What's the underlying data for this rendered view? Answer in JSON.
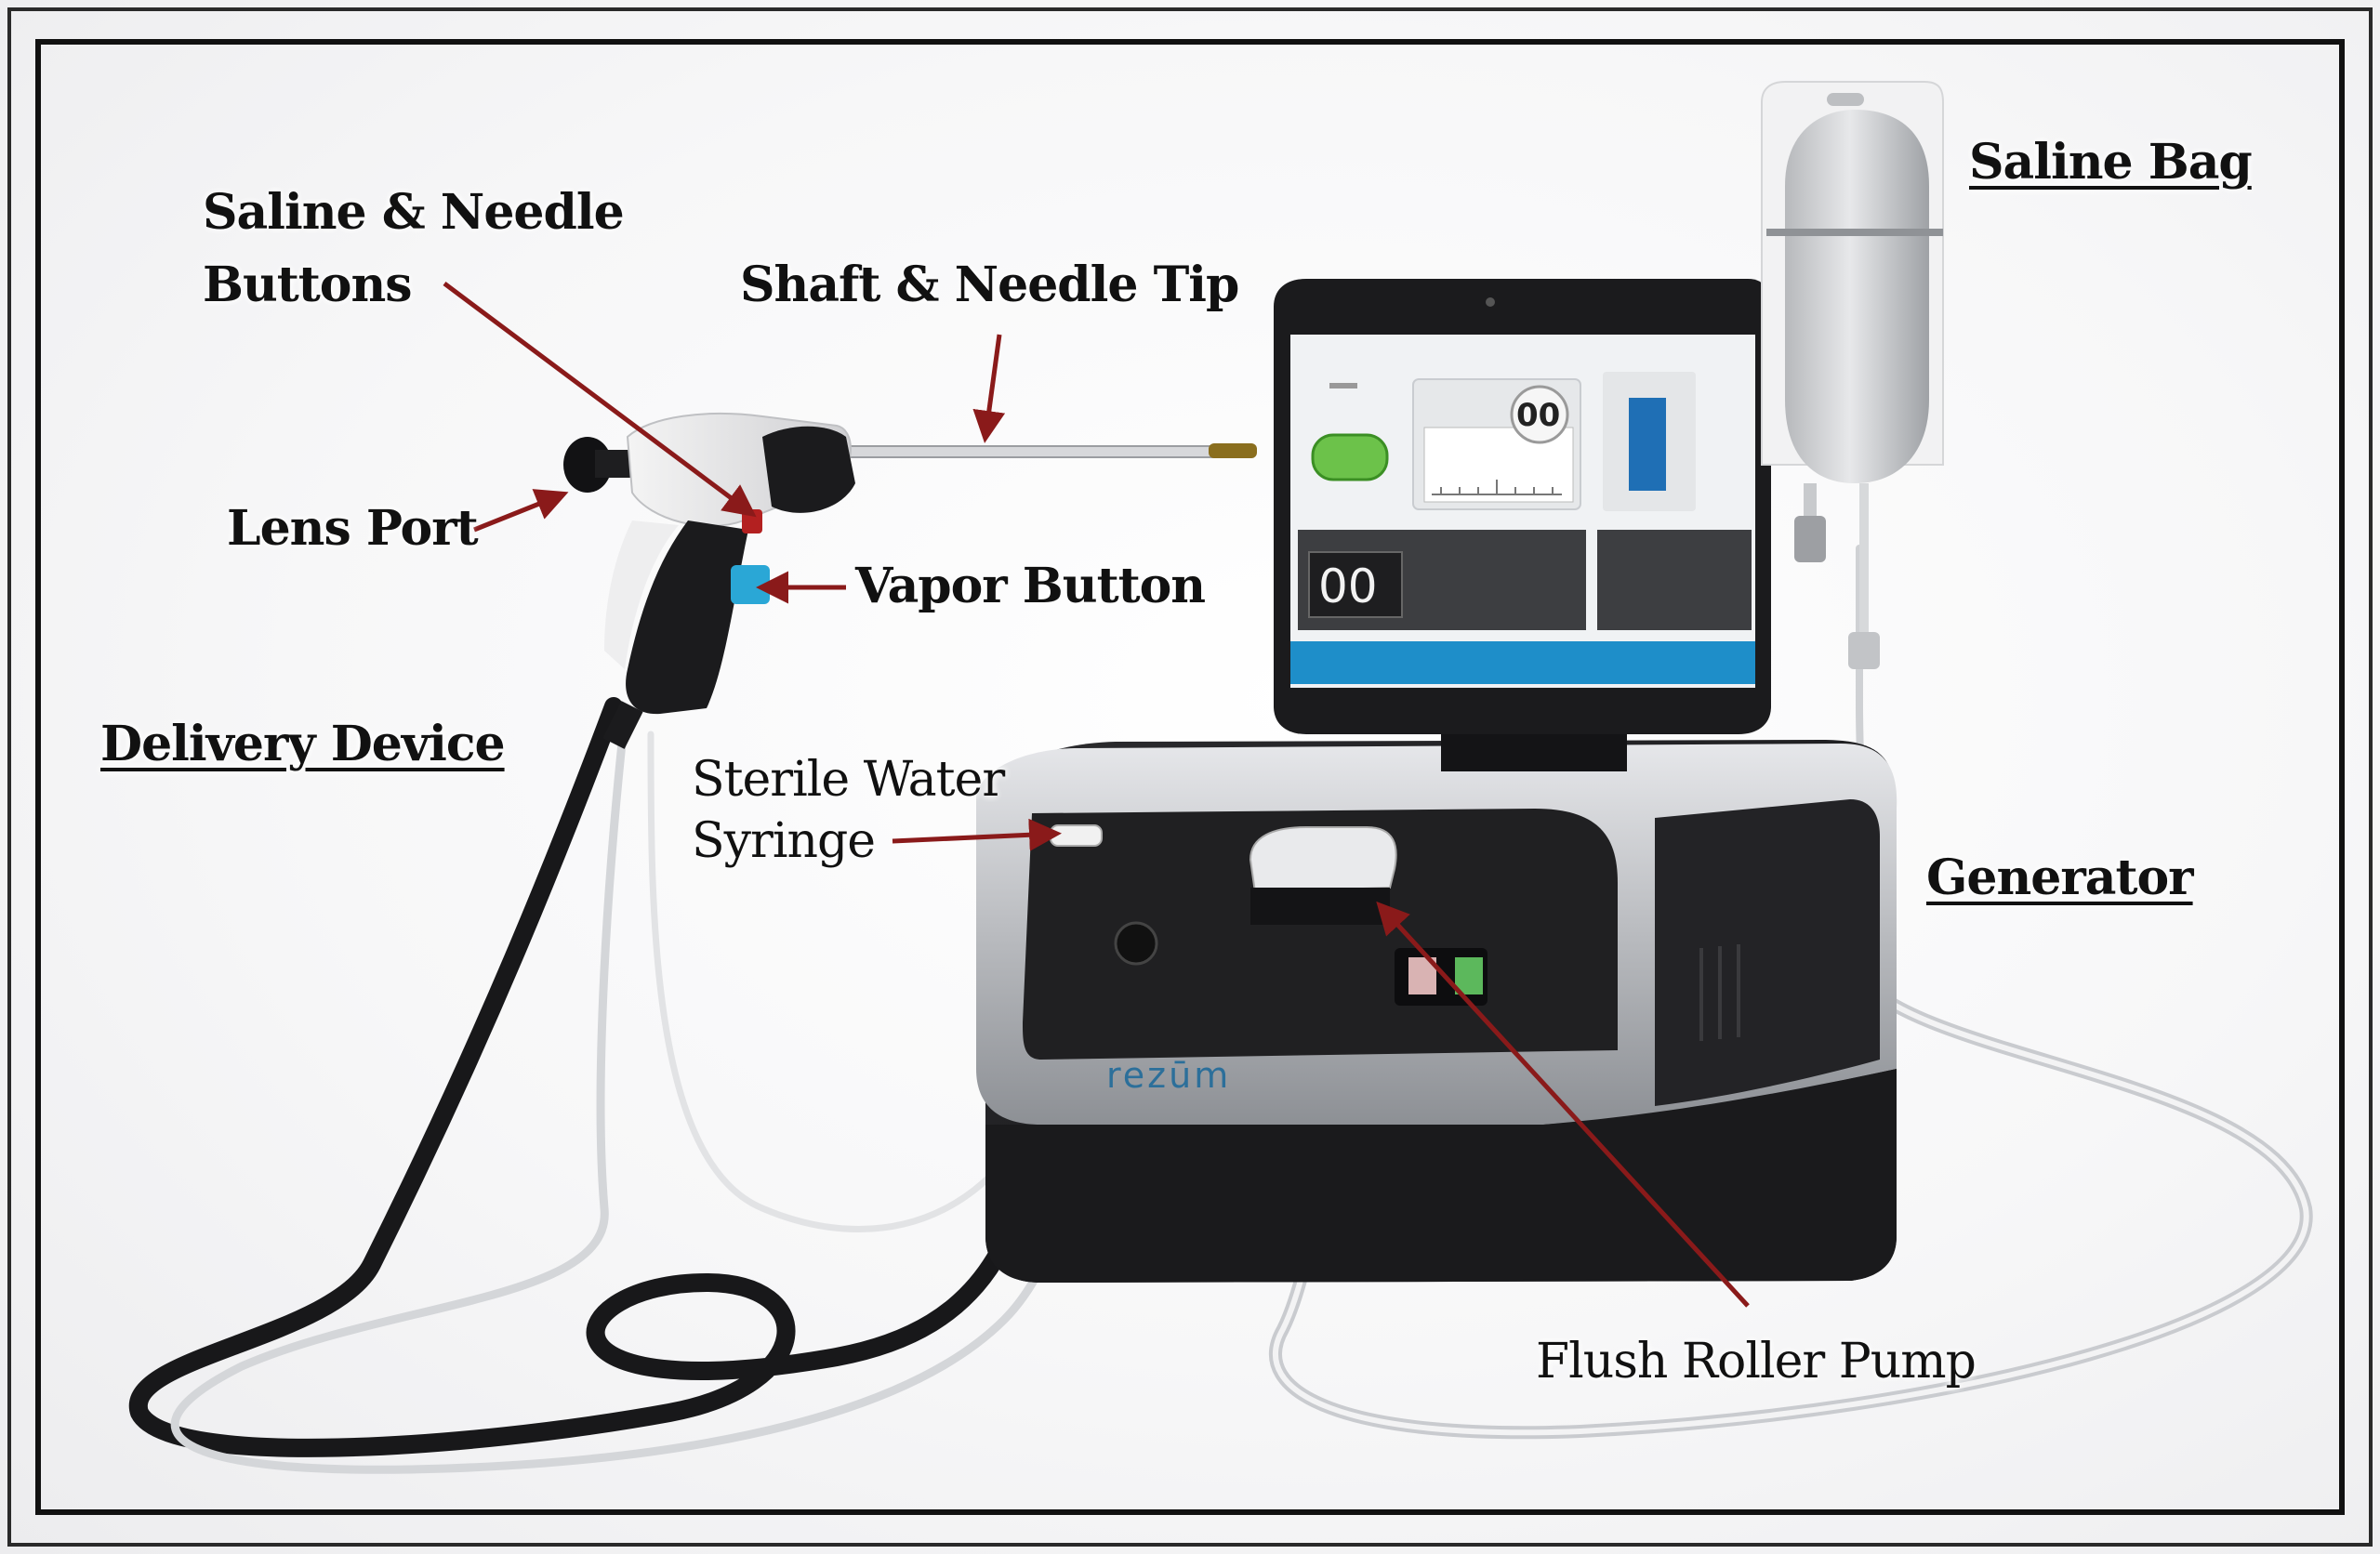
{
  "labels": {
    "saline_needle_line1": "Saline & Needle",
    "saline_needle_line2": "Buttons",
    "shaft_needle_tip": "Shaft & Needle Tip",
    "lens_port": "Lens Port",
    "vapor_button": "Vapor Button",
    "delivery_device": "Delivery Device",
    "sterile_water_line1": "Sterile Water",
    "sterile_water_line2": "Syringe",
    "saline_bag": "Saline Bag",
    "generator": "Generator",
    "flush_roller_pump": "Flush Roller Pump"
  },
  "device": {
    "brand": "rezūm",
    "screen_counter_top": "00",
    "screen_counter_main": "00"
  },
  "colors": {
    "arrow": "#8a1a1a",
    "screen_accent": "#1e8ec9",
    "green_button": "#6cc24a",
    "vapor_button": "#2aa7d6",
    "body_dark": "#1c1c1e",
    "body_silver": "#c9cacd"
  },
  "icons": [
    "arrow-pointer",
    "camera-dot"
  ]
}
